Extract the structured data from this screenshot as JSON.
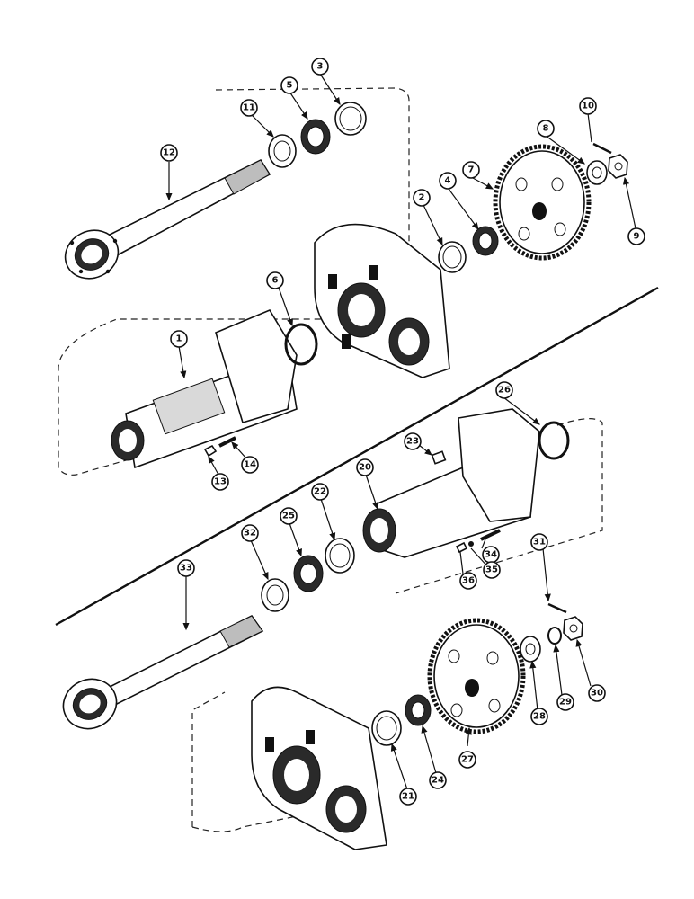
{
  "diagram": {
    "callouts": [
      "1",
      "2",
      "3",
      "4",
      "5",
      "6",
      "7",
      "8",
      "9",
      "10",
      "11",
      "12",
      "13",
      "14",
      "20",
      "21",
      "22",
      "23",
      "24",
      "25",
      "26",
      "27",
      "28",
      "29",
      "30",
      "31",
      "32",
      "33",
      "34",
      "35",
      "36"
    ]
  }
}
